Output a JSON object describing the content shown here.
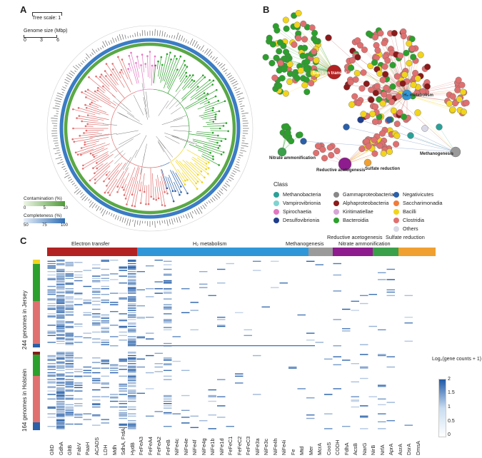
{
  "panel_a": {
    "letter": "A",
    "tree_scale": "Tree scale: 1",
    "genome_size_title": "Genome size (Mbp)",
    "genome_size_ticks": [
      "0",
      "3",
      "6"
    ],
    "contamination_title": "Contamination (%)",
    "contamination_ticks": [
      "0",
      "5",
      "10"
    ],
    "completeness_title": "Completeness (%)",
    "completeness_ticks": [
      "50",
      "75",
      "100"
    ],
    "colors": {
      "contamination": "#4f9a3a",
      "completeness": "#2f6fb5"
    }
  },
  "panel_b": {
    "letter": "B",
    "hubs": {
      "electron_transfer": "Electron transfer",
      "h2_metabolism": "H₂ metabolism",
      "nitrate_ammonification": "Nitrate ammonification",
      "reductive_acetogenesis": "Reductive acetogenesis",
      "sulfate_reduction": "Sulfate reduction",
      "methanogenesis": "Methanogenesis"
    },
    "legend_title": "Class",
    "classes": [
      {
        "name": "Methanobacteria",
        "color": "#2aa198"
      },
      {
        "name": "Vampirovibrionia",
        "color": "#7fd3d0"
      },
      {
        "name": "Spirochaetia",
        "color": "#e377c2"
      },
      {
        "name": "Desulfovibrionia",
        "color": "#1f3d8a"
      },
      {
        "name": "Gammaproteobacteria",
        "color": "#888888"
      },
      {
        "name": "Alphaproteobacteria",
        "color": "#8b1a1a"
      },
      {
        "name": "Kiritimatiellae",
        "color": "#d6a6d6"
      },
      {
        "name": "Bacteroidia",
        "color": "#2ca02c"
      },
      {
        "name": "Negativicutes",
        "color": "#2b5fa8"
      },
      {
        "name": "Saccharimonadia",
        "color": "#f07c3c"
      },
      {
        "name": "Bacilli",
        "color": "#f2d41b"
      },
      {
        "name": "Clostridia",
        "color": "#e07070"
      },
      {
        "name": "Others",
        "color": "#d9d9e6"
      }
    ]
  },
  "panel_c": {
    "letter": "C",
    "categories": [
      {
        "name": "Electron transfer",
        "color": "#b22222"
      },
      {
        "name": "H₂ metabolism",
        "color": "#2f97d8"
      },
      {
        "name": "Methanogenesis",
        "color": "#9a9a9a"
      },
      {
        "name": "Reductive acetogenesis",
        "color": "#8e1c8e"
      },
      {
        "name": "Nitrate ammonification",
        "color": "#3aa04a"
      },
      {
        "name": "Sulfate reduction",
        "color": "#f0a030"
      }
    ],
    "row_groups": [
      "244 genomes in Jersey",
      "164 genomes in Holstein"
    ],
    "genes": [
      "GltD",
      "GdhA",
      "GltB",
      "FabV",
      "PaaH",
      "ACADS",
      "LDH",
      "Mdh",
      "SdhA, FrdA",
      "HydB",
      "FeFeA3",
      "FeFeA4",
      "FeFeA2",
      "FeFeB",
      "NiFe4c",
      "NiFe4e",
      "NiFe4f",
      "NiFe4g",
      "NiFe1b",
      "NiFe1d",
      "FeFeC1",
      "FeFeC2",
      "FeFeC3",
      "NiFe3a",
      "NiFe3c",
      "NiFe4h",
      "NiFe4i",
      "Fe",
      "Mtd",
      "Mer",
      "McrA",
      "CooS",
      "CODH",
      "FdhA",
      "AcsB",
      "NarG",
      "NirB",
      "NrfA",
      "AprA",
      "AsrA",
      "DsrA",
      "DmsA"
    ],
    "colorbar_title": "Log₂(gene counts + 1)",
    "colorbar_ticks": [
      "2",
      "1.5",
      "1",
      "0.5",
      "0"
    ]
  }
}
